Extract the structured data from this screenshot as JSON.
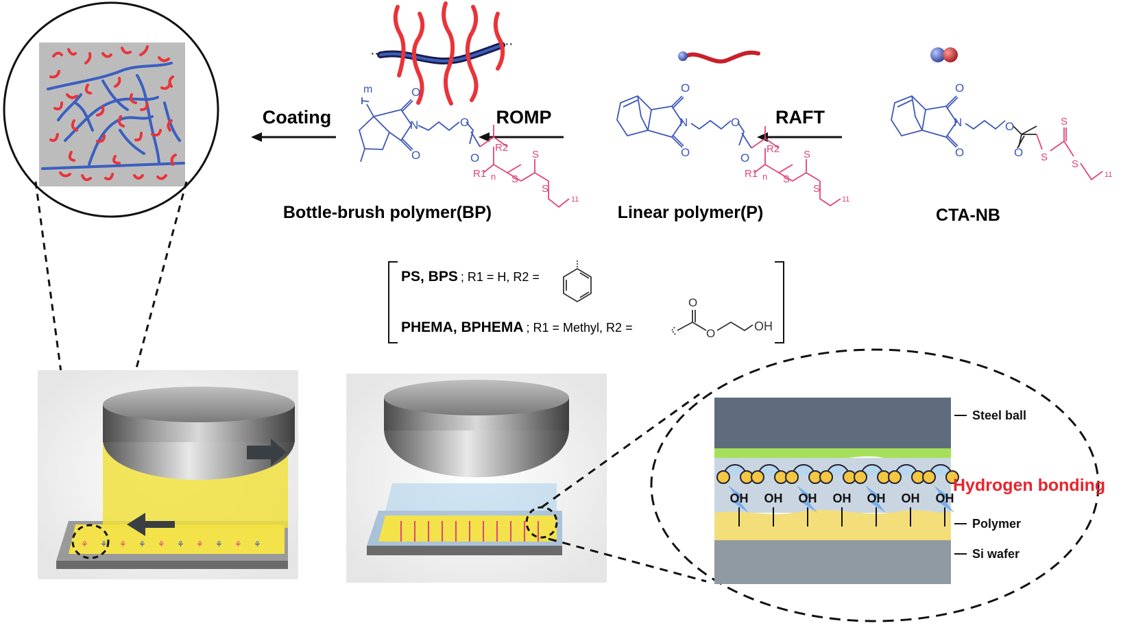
{
  "scheme": {
    "steps": [
      {
        "label": "Coating"
      },
      {
        "label": "ROMP"
      },
      {
        "label": "RAFT"
      }
    ],
    "compounds": [
      {
        "label": "Bottle-brush polymer(BP)"
      },
      {
        "label": "Linear polymer(P)"
      },
      {
        "label": "CTA-NB"
      }
    ],
    "atoms": {
      "O": "O",
      "N": "N",
      "S": "S",
      "R1": "R1",
      "R2": "R2",
      "n": "n",
      "m": "m",
      "eleven": "11"
    }
  },
  "legend": {
    "row1": {
      "name": "PS, BPS",
      "text": "; R1 = H, R2 ="
    },
    "row2": {
      "name": "PHEMA, BPHEMA",
      "text": "; R1 = Methyl, R2 =",
      "oh": "OH"
    }
  },
  "detail": {
    "steel_ball": "Steel ball",
    "hydrogen_bonding": "Hydrogen bonding",
    "polymer": "Polymer",
    "si_wafer": "Si wafer",
    "oh_label": "OH",
    "oh_count": 7
  },
  "colors": {
    "backbone": "#3a5fc0",
    "brush": "#e8343a",
    "pink_chem": "#e0447a",
    "blue_chem": "#3b56b8",
    "hb_red": "#e8242c",
    "yellow": "#f3e24a",
    "green": "#a6e05a",
    "steel": "#5f6c7e",
    "wafer": "#8f9aa2"
  }
}
